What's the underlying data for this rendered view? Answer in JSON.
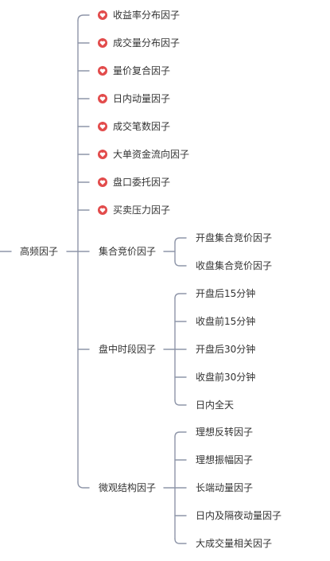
{
  "mindmap": {
    "root": {
      "label": "高频因子"
    },
    "children": [
      {
        "label": "收益率分布因子",
        "icon": "heart-icon"
      },
      {
        "label": "成交量分布因子",
        "icon": "heart-icon"
      },
      {
        "label": "量价复合因子",
        "icon": "heart-icon"
      },
      {
        "label": "日内动量因子",
        "icon": "heart-icon"
      },
      {
        "label": "成交笔数因子",
        "icon": "heart-icon"
      },
      {
        "label": "大单资金流向因子",
        "icon": "heart-icon"
      },
      {
        "label": "盘口委托因子",
        "icon": "heart-icon"
      },
      {
        "label": "买卖压力因子",
        "icon": "heart-icon"
      },
      {
        "label": "集合竞价因子",
        "children": [
          {
            "label": "开盘集合竞价因子"
          },
          {
            "label": "收盘集合竞价因子"
          }
        ]
      },
      {
        "label": "盘中时段因子",
        "children": [
          {
            "label": "开盘后15分钟"
          },
          {
            "label": "收盘前15分钟"
          },
          {
            "label": "开盘后30分钟"
          },
          {
            "label": "收盘前30分钟"
          },
          {
            "label": "日内全天"
          }
        ]
      },
      {
        "label": "微观结构因子",
        "children": [
          {
            "label": "理想反转因子"
          },
          {
            "label": "理想振幅因子"
          },
          {
            "label": "长端动量因子"
          },
          {
            "label": "日内及隔夜动量因子"
          },
          {
            "label": "大成交量相关因子"
          }
        ]
      }
    ]
  },
  "colors": {
    "line": "#8e95a8",
    "text": "#333333",
    "heart": "#e24b4b"
  }
}
